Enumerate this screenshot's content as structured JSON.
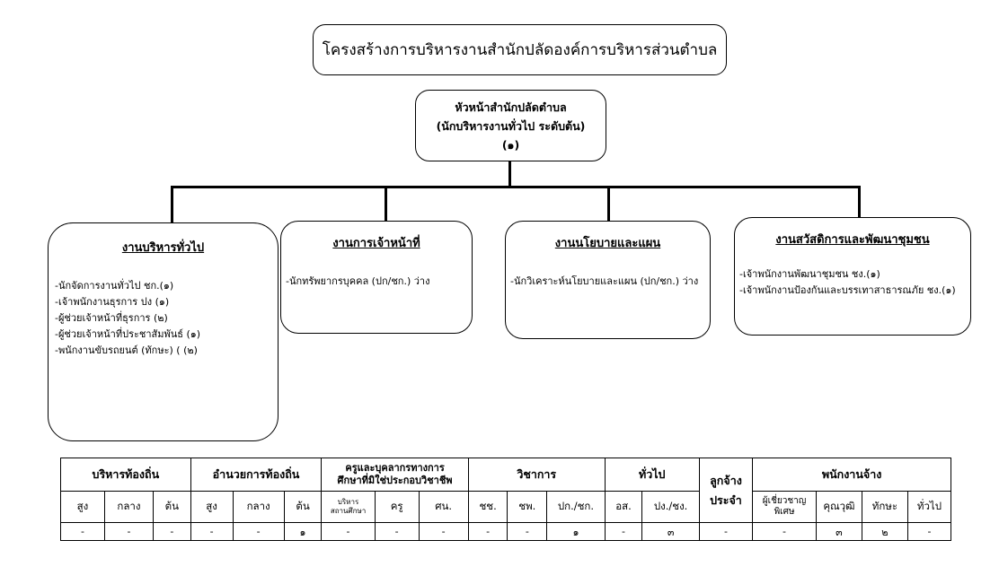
{
  "title": "โครงสร้างการบริหารงานสำนักปลัดองค์การบริหารส่วนตำบล",
  "head": {
    "line1": "หัวหน้าสำนักปลัดตำบล",
    "line2": "(นักบริหารงานทั่วไป ระดับต้น)",
    "line3": "(๑)"
  },
  "departments": [
    {
      "name": "งานบริหารทั่วไป",
      "items": [
        "-นักจัดการงานทั่วไป ชก.(๑)",
        "-เจ้าพนักงานธุรการ ปง (๑)",
        "-ผู้ช่วยเจ้าหน้าที่ธุรการ (๒)",
        "-ผู้ช่วยเจ้าหน้าที่ประชาสัมพันธ์ (๑)",
        "-พนักงานขับรถยนต์ (ทักษะ) ( (๒)"
      ]
    },
    {
      "name": "งานการเจ้าหน้าที่",
      "items": [
        "-นักทรัพยากรบุคคล  (ปก/ชก.) ว่าง"
      ]
    },
    {
      "name": "งานนโยบายและแผน",
      "items": [
        "-นักวิเคราะห์นโยบายและแผน (ปก/ชก.) ว่าง"
      ]
    },
    {
      "name": "งานสวัสดิการและพัฒนาชุมชน",
      "items": [
        "-เจ้าพนักงานพัฒนาชุมชน ชง.(๑)",
        "-เจ้าพนักงานป้องกันและบรรเทาสาธารณภัย ชง.(๑)"
      ]
    }
  ],
  "table": {
    "groups": [
      "บริหารท้องถิ่น",
      "อำนวยการท้องถิ่น",
      "ครูและบุคลากรทางการศึกษาที่มิใช่ประกอบวิชาชีพ",
      "วิชาการ",
      "ทั่วไป",
      "ลูกจ้างประจำ",
      "พนักงานจ้าง"
    ],
    "group2_line1": "ครูและบุคลากรทางการ",
    "group2_line2": "ศึกษาที่มิใช่ประกอบวิชาชีพ",
    "group5_line1": "ลูกจ้าง",
    "group5_line2": "ประจำ",
    "sub": [
      "สูง",
      "กลาง",
      "ต้น",
      "สูง",
      "กลาง",
      "ต้น",
      "บริหาร สถานศึกษา",
      "ครู",
      "ศน.",
      "ชช.",
      "ชพ.",
      "ปก./ชก.",
      "อส.",
      "ปง./ชง.",
      "ผู้เชี่ยวชาญ พิเศษ",
      "คุณวุฒิ",
      "ทักษะ",
      "ทั่วไป"
    ],
    "sub_exec_line1": "บริหาร",
    "sub_exec_line2": "สถานศึกษา",
    "sub_expert_line1": "ผู้เชี่ยวชาญ",
    "sub_expert_line2": "พิเศษ",
    "values": [
      "-",
      "-",
      "-",
      "-",
      "-",
      "๑",
      "-",
      "-",
      "-",
      "-",
      "-",
      "๑",
      "-",
      "๓",
      "-",
      "-",
      "๓",
      "๒",
      "-"
    ]
  }
}
